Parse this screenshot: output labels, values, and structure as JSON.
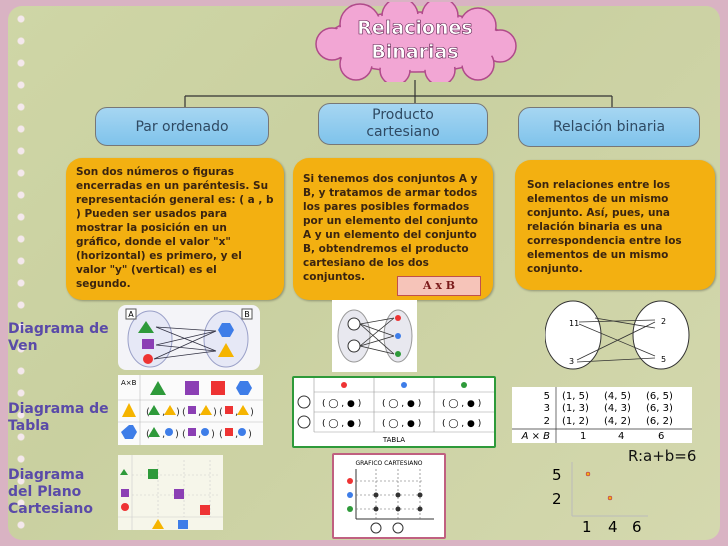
{
  "title": {
    "line1": "Relaciones",
    "line2": "Binarias"
  },
  "boxes": [
    {
      "label": "Par ordenado"
    },
    {
      "label": "Producto cartesiano"
    },
    {
      "label": "Relación binaria"
    }
  ],
  "par_ordenado_text": "Son dos números o figuras encerradas en un paréntesis. Su representación general es: ( a , b ) Pueden ser usados para mostrar la posición en un gráfico, donde el valor \"x\" (horizontal) es primero, y el valor \"y\" (vertical) es el segundo.",
  "producto_text": "Si tenemos dos conjuntos A y B, y tratamos de armar todos los pares posibles formados por un elemento del conjunto A y un elemento del conjunto B, obtendremos el producto cartesiano de los dos conjuntos.",
  "producto_badge": "A x B",
  "relacion_text": "Son relaciones entre los elementos de un mismo conjunto. Así, pues, una relación binaria es una correspondencia entre los elementos de un mismo conjunto.",
  "labels": {
    "ven": [
      "Diagrama de",
      "Ven"
    ],
    "tabla": [
      "Diagrama de",
      "Tabla"
    ],
    "plano": [
      "Diagrama",
      "del Plano",
      "Cartesiano"
    ]
  },
  "ven_a": "A",
  "ven_b": "B",
  "axb_label": "A×B",
  "tabla_caption": "TABLA",
  "grafico_caption": "GRAFICO CARTESIANO",
  "venn_numbers": {
    "left_top": "11",
    "left_bottom": "3",
    "right_top": "2",
    "right_bottom": "5"
  },
  "math_table": {
    "rows": [
      {
        "y": "5",
        "cells": [
          "(1, 5)",
          "(4, 5)",
          "(6, 5)"
        ]
      },
      {
        "y": "3",
        "cells": [
          "(1, 3)",
          "(4, 3)",
          "(6, 3)"
        ]
      },
      {
        "y": "2",
        "cells": [
          "(1, 2)",
          "(4, 2)",
          "(6, 2)"
        ]
      }
    ],
    "footer_label": "A × B",
    "footer": [
      "1",
      "4",
      "6"
    ]
  },
  "relation_caption": "R:a+b=6",
  "plot": {
    "y_ticks": [
      "5",
      "2"
    ],
    "x_ticks": [
      "1",
      "4",
      "6"
    ]
  },
  "colors": {
    "accent_box": "#8ccbee",
    "note": "#f3b011",
    "label": "#5a4aa8",
    "cloud": "#f2a6d4"
  }
}
